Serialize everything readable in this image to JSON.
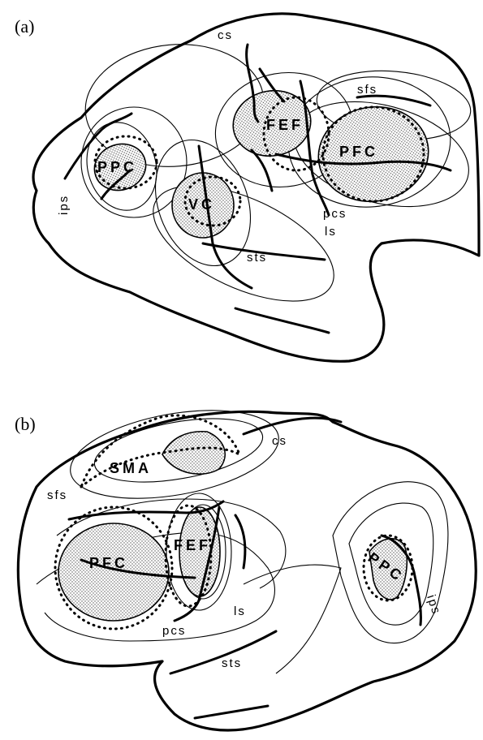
{
  "panel_a": {
    "label": "(a)",
    "sulci": {
      "cs": "cs",
      "sfs": "sfs",
      "ips": "ips",
      "pcs": "pcs",
      "ls": "ls",
      "sts": "sts"
    },
    "regions": {
      "ppc": "PPC",
      "fef": "FEF",
      "pfc": "PFC",
      "vc": "VC"
    }
  },
  "panel_b": {
    "label": "(b)",
    "sulci": {
      "cs": "cs",
      "sfs": "sfs",
      "pcs": "pcs",
      "ls": "ls",
      "sts": "sts",
      "ips": "ips"
    },
    "regions": {
      "sma": "SMA",
      "pfc": "PFC",
      "fef": "FEF",
      "ppc": "PPC"
    }
  },
  "colors": {
    "ink": "#000000",
    "background": "#ffffff"
  }
}
